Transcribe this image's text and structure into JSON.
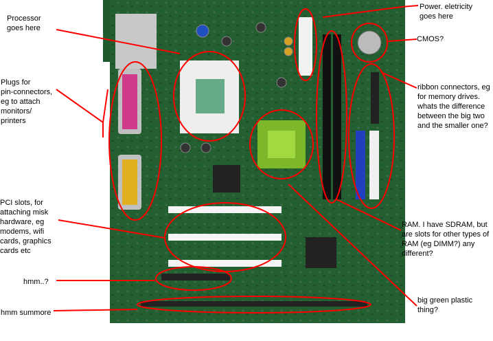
{
  "annotations": {
    "processor": "Processor\ngoes here",
    "plugs": "Plugs for\npin-connectors,\neg to attach\nmonitors/\nprinters",
    "pci": "PCI slots, for\nattaching misk\nhardware, eg\nmodems, wifi\ncards, graphics\ncards etc",
    "hmm": "hmm..?",
    "hmm_summore": "hmm summore",
    "power": "Power. eletricity\ngoes here",
    "cmos": "CMOS?",
    "ribbon": "ribbon connectors, eg\nfor memory drives.\nwhats the difference\nbetween the big two\nand the smaller one?",
    "ram": "RAM.  I have SDRAM, but\nare slots for other types of\nRAM (eg DIMM?) any\ndifferent?",
    "green_chip": "big green plastic thing?"
  },
  "colors": {
    "annotation": "#ff0000",
    "board": "#1f5a2e"
  }
}
